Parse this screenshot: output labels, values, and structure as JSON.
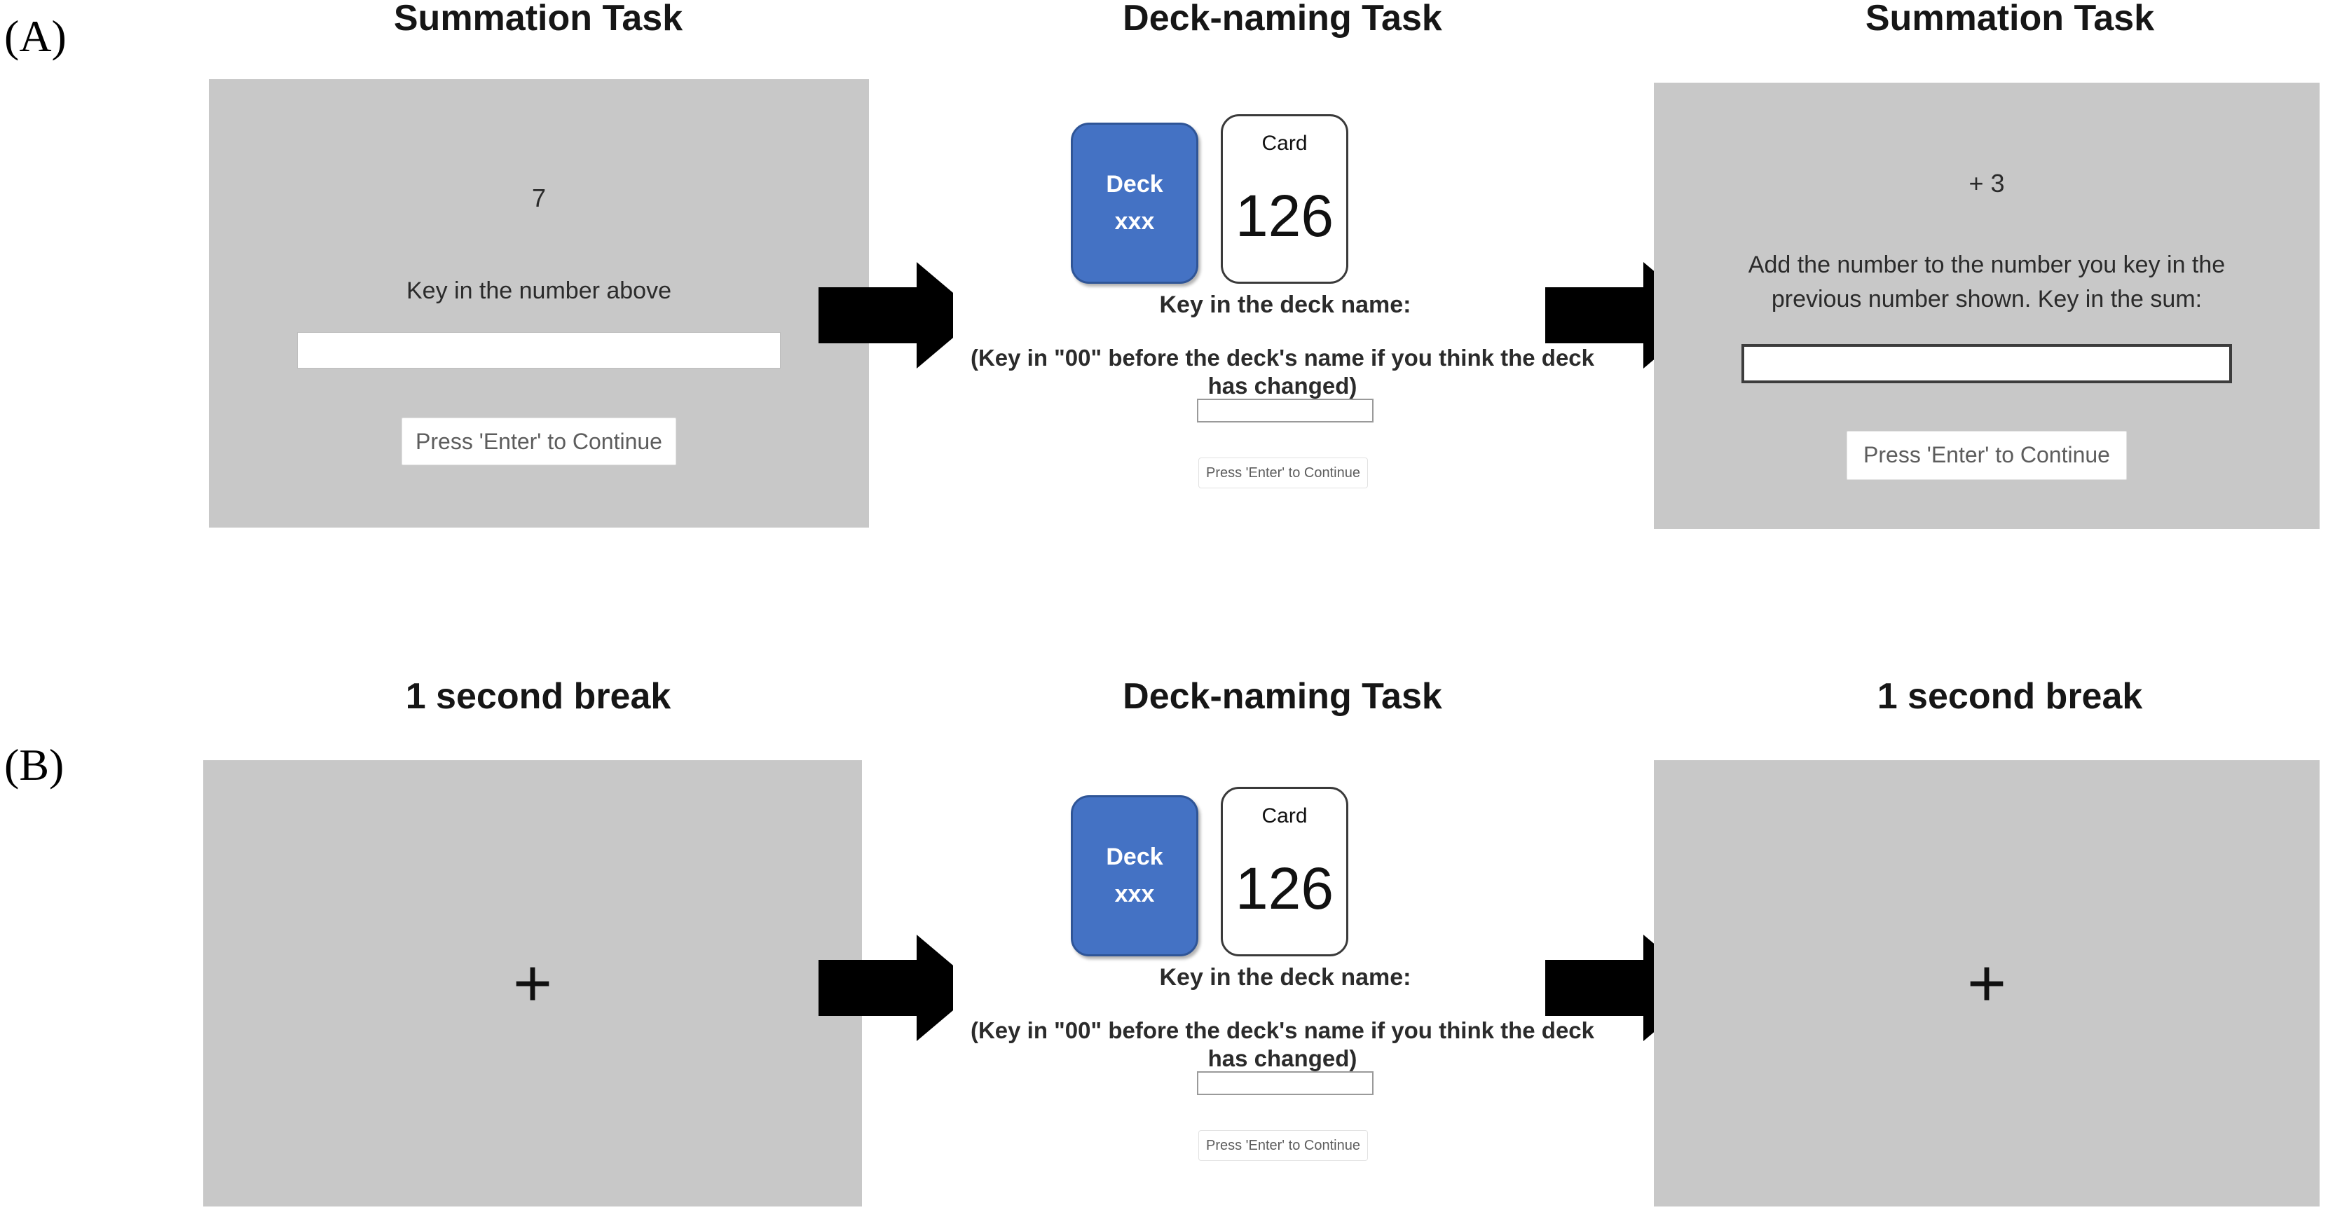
{
  "figure": {
    "panels": [
      {
        "id": "A",
        "label": "(A)",
        "columns": [
          {
            "title": "Summation Task",
            "type": "summation",
            "number": "7",
            "prompt": "Key in the number above",
            "input_value": "",
            "button_label": "Press 'Enter' to Continue"
          },
          {
            "title": "Deck-naming Task",
            "type": "deck-naming",
            "deck_label": "Deck",
            "deck_name": "xxx",
            "card_label": "Card",
            "card_number": "126",
            "prompt": "Key in the deck name:",
            "hint_line1": "(Key in \"00\" before the deck's name if you think the deck",
            "hint_line2": "has changed)",
            "input_value": "",
            "button_label": "Press 'Enter' to Continue"
          },
          {
            "title": "Summation Task",
            "type": "summation",
            "number": "+ 3",
            "prompt_line1": "Add the number to the number you key in the",
            "prompt_line2": "previous number shown. Key in the sum:",
            "input_value": "",
            "button_label": "Press 'Enter' to Continue"
          }
        ]
      },
      {
        "id": "B",
        "label": "(B)",
        "columns": [
          {
            "title": "1 second break",
            "type": "break",
            "fixation": "+"
          },
          {
            "title": "Deck-naming Task",
            "type": "deck-naming",
            "deck_label": "Deck",
            "deck_name": "xxx",
            "card_label": "Card",
            "card_number": "126",
            "prompt": "Key in the deck name:",
            "hint_line1": "(Key in \"00\" before the deck's name if you think the deck",
            "hint_line2": "has changed)",
            "input_value": "",
            "button_label": "Press 'Enter' to Continue"
          },
          {
            "title": "1 second break",
            "type": "break",
            "fixation": "+"
          }
        ]
      }
    ],
    "arrow_icon": "right-block-arrow",
    "colors": {
      "screen_background": "#c8c8c8",
      "deck_blue": "#4472c4",
      "deck_blue_border": "#2f5597",
      "arrow_black": "#000000",
      "page_background": "#ffffff"
    }
  }
}
